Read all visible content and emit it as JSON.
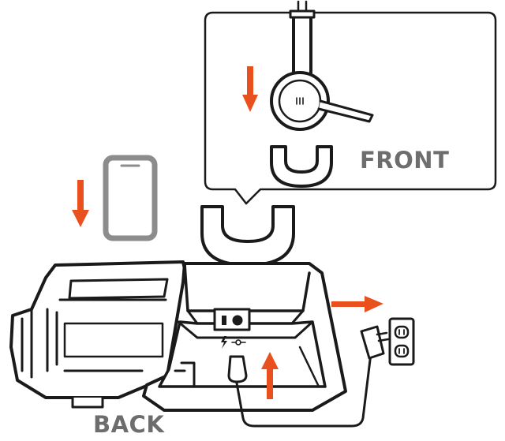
{
  "labels": {
    "front": "FRONT",
    "back": "BACK"
  },
  "colors": {
    "outline": "#1a1a1a",
    "arrow": "#e8501e",
    "label": "#6d6d6d",
    "phone": "#8c8c8c",
    "callout_fill": "#ffffff"
  },
  "icons": {
    "power": "lightning-bolt-icon",
    "dc_polarity": "dc-power-symbol-icon",
    "headset_logo": "logo-mark"
  }
}
